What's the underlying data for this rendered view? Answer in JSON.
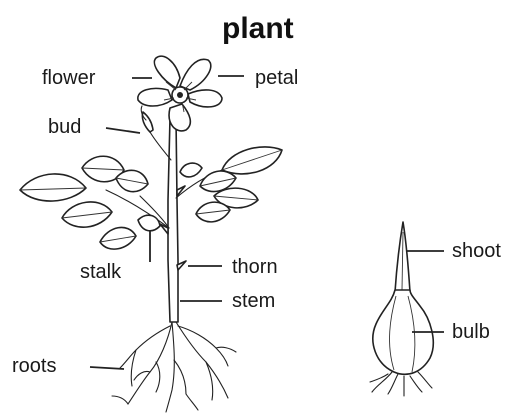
{
  "diagram": {
    "title": "plant",
    "labels": {
      "flower": "flower",
      "petal": "petal",
      "bud": "bud",
      "stalk": "stalk",
      "thorn": "thorn",
      "stem": "stem",
      "roots": "roots",
      "shoot": "shoot",
      "bulb": "bulb"
    }
  }
}
